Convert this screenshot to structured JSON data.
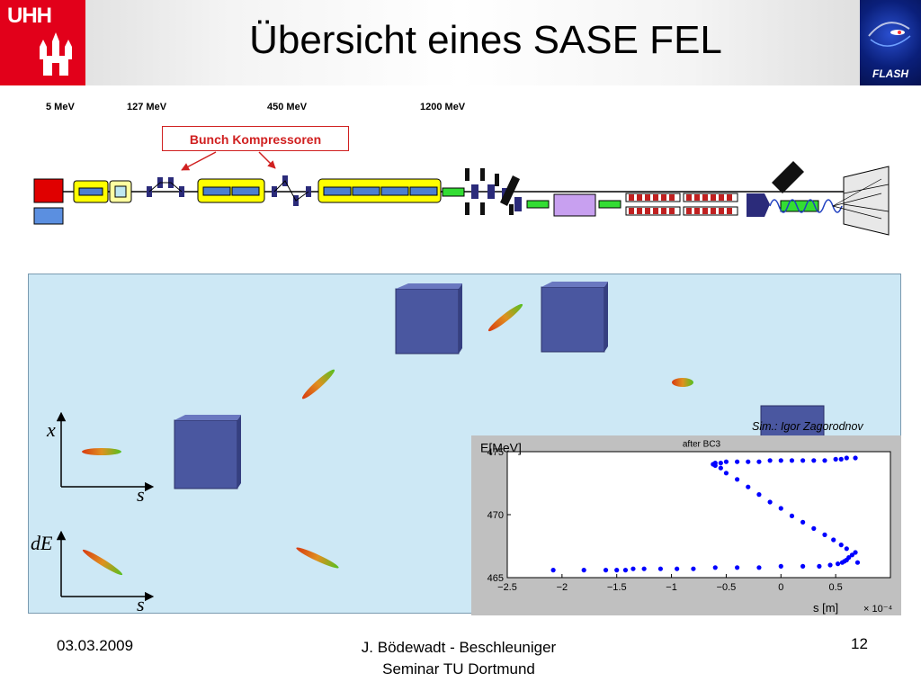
{
  "header": {
    "title": "Übersicht eines SASE FEL",
    "logo_left_text": "UHH",
    "logo_right_text": "FLASH"
  },
  "beamline": {
    "energies": [
      "5 MeV",
      "127 MeV",
      "450 MeV",
      "1200 MeV"
    ],
    "compressor_label": "Bunch Kompressoren"
  },
  "simulation": {
    "credit": "Sim.: Igor Zagorodnov",
    "axis_x_label": "x",
    "axis_s_label": "s",
    "axis_de_label": "dE"
  },
  "colors": {
    "accent_red": "#e2001a",
    "module_yellow": "#ffff00",
    "magnet_navy": "#2b2b7a",
    "panel_blue": "#cde8f5",
    "plot_blue": "#0000ff"
  },
  "chart_data": {
    "type": "scatter",
    "title": "after BC3",
    "xlabel": "s [m]",
    "ylabel": "E[MeV]",
    "x_multiplier": "× 10⁻⁴",
    "xlim": [
      -2.5,
      1.0
    ],
    "ylim": [
      465,
      475
    ],
    "xticks": [
      -2.5,
      -2,
      -1.5,
      -1,
      -0.5,
      0,
      0.5
    ],
    "yticks": [
      465,
      470,
      475
    ],
    "xtick_labels": [
      "−2.5",
      "−2",
      "−1.5",
      "−1",
      "−0.5",
      "0",
      "0.5"
    ],
    "ytick_labels": [
      "465",
      "470",
      "475"
    ],
    "series": [
      {
        "x": [
          -2.08,
          -1.8,
          -1.6,
          -1.5,
          -1.42,
          -1.35,
          -1.25,
          -1.1,
          -0.95,
          -0.8,
          -0.6,
          -0.4,
          -0.2,
          0.0,
          0.2,
          0.35,
          0.45,
          0.52,
          0.56,
          0.58,
          0.6,
          0.62,
          0.65,
          0.7,
          0.68,
          0.6,
          0.55,
          0.48,
          0.4,
          0.3,
          0.2,
          0.1,
          0.0,
          -0.1,
          -0.2,
          -0.3,
          -0.4,
          -0.5,
          -0.55,
          -0.6,
          -0.62,
          -0.6,
          -0.55,
          -0.5,
          -0.4,
          -0.3,
          -0.2,
          -0.1,
          0.0,
          0.1,
          0.2,
          0.3,
          0.4,
          0.5,
          0.55,
          0.6,
          0.68
        ],
        "y": [
          465.6,
          465.6,
          465.6,
          465.6,
          465.6,
          465.7,
          465.7,
          465.7,
          465.7,
          465.7,
          465.8,
          465.8,
          465.8,
          465.9,
          465.9,
          465.9,
          466.0,
          466.1,
          466.2,
          466.3,
          466.4,
          466.6,
          466.8,
          466.2,
          467.0,
          467.3,
          467.6,
          468.0,
          468.4,
          468.9,
          469.4,
          469.9,
          470.5,
          471.0,
          471.6,
          472.2,
          472.8,
          473.3,
          473.7,
          473.9,
          474.0,
          474.1,
          474.1,
          474.2,
          474.2,
          474.2,
          474.2,
          474.3,
          474.3,
          474.3,
          474.3,
          474.3,
          474.3,
          474.4,
          474.4,
          474.5,
          474.5
        ]
      }
    ]
  },
  "footer": {
    "date": "03.03.2009",
    "author_line1": "J. Bödewadt - Beschleuniger",
    "author_line2": "Seminar TU Dortmund",
    "page": "12"
  }
}
